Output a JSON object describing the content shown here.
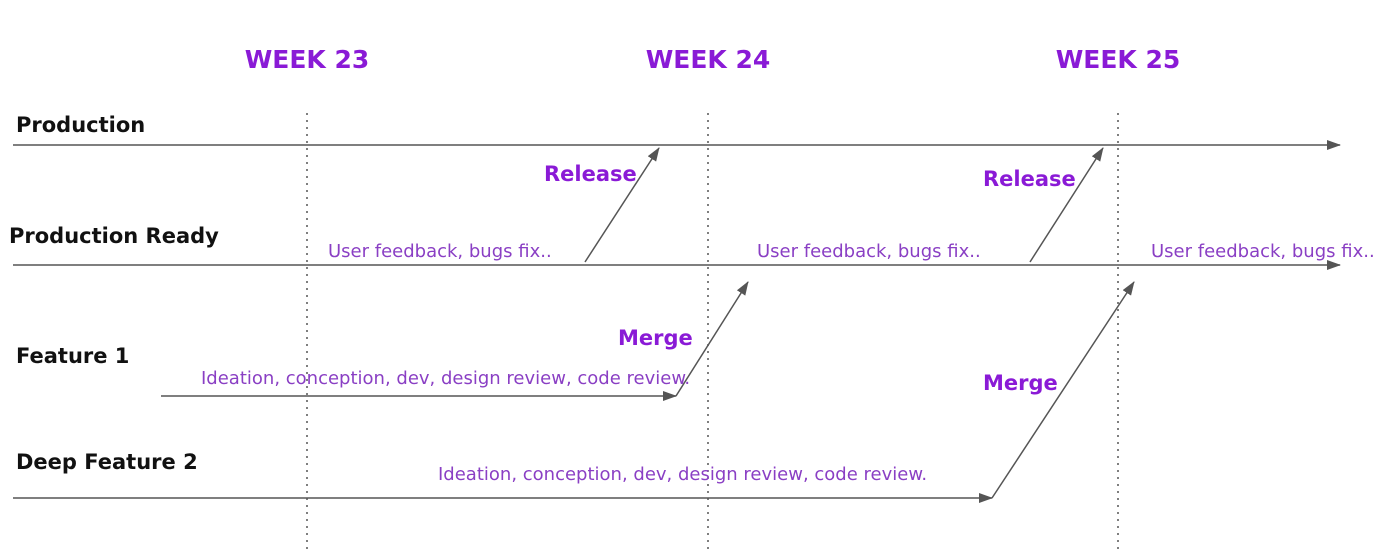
{
  "weeks": [
    "WEEK 23",
    "WEEK 24",
    "WEEK 25"
  ],
  "lanes": {
    "production": "Production",
    "production_ready": "Production Ready",
    "feature_1": "Feature 1",
    "deep_feature_2": "Deep Feature 2"
  },
  "actions": {
    "release_1": "Release",
    "release_2": "Release",
    "merge_1": "Merge",
    "merge_2": "Merge"
  },
  "notes": {
    "feedback_1": "User feedback,  bugs fix..",
    "feedback_2": "User feedback,  bugs fix..",
    "feedback_3": "User feedback,  bugs fix..",
    "feature_1_work": "Ideation, conception, dev, design review, code review.",
    "feature_2_work": "Ideation, conception,  dev, design review, code review."
  },
  "colors": {
    "accent": "#8a1ad6",
    "line": "#555555",
    "label": "#111111"
  }
}
